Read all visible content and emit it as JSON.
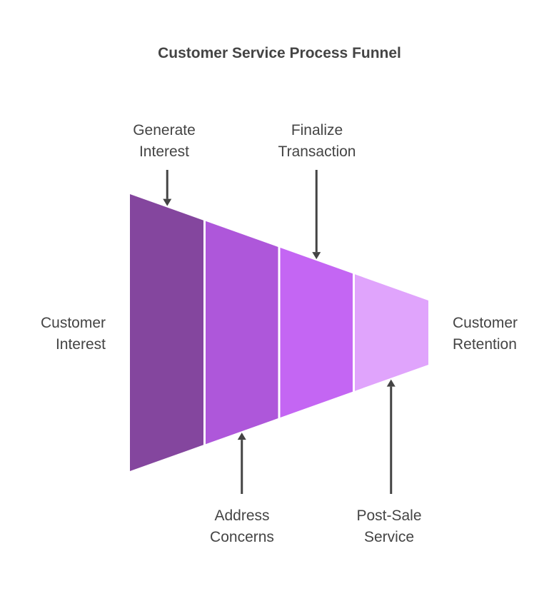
{
  "title": "Customer Service Process Funnel",
  "stages": [
    {
      "name": "Generate Interest",
      "line1": "Generate",
      "line2": "Interest",
      "color": "#84469e",
      "arrow": "down",
      "position": "top"
    },
    {
      "name": "Address Concerns",
      "line1": "Address",
      "line2": "Concerns",
      "color": "#ae57da",
      "arrow": "up",
      "position": "bottom"
    },
    {
      "name": "Finalize Transaction",
      "line1": "Finalize",
      "line2": "Transaction",
      "color": "#c466f3",
      "arrow": "down",
      "position": "top"
    },
    {
      "name": "Post-Sale Service",
      "line1": "Post-Sale",
      "line2": "Service",
      "color": "#e0a4fc",
      "arrow": "up",
      "position": "bottom"
    }
  ],
  "start_label": {
    "line1": "Customer",
    "line2": "Interest"
  },
  "end_label": {
    "line1": "Customer",
    "line2": "Retention"
  },
  "arrow_color": "#444444"
}
